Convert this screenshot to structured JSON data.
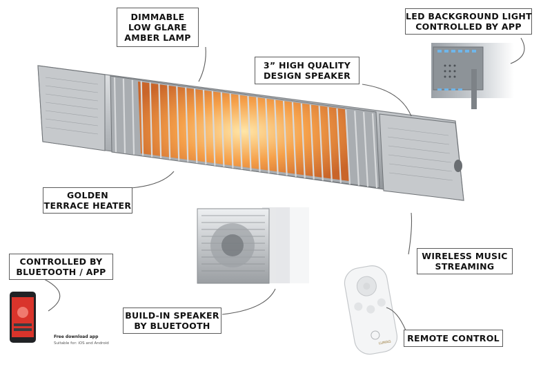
{
  "callouts": {
    "lamp": [
      "DIMMABLE",
      "LOW GLARE",
      "AMBER LAMP"
    ],
    "led": [
      "LED BACKGROUND LIGHT",
      "CONTROLLED BY APP"
    ],
    "speaker": [
      "3” HIGH QUALITY",
      "DESIGN SPEAKER"
    ],
    "heater": [
      "GOLDEN",
      "TERRACE HEATER"
    ],
    "bluetooth": [
      "CONTROLLED BY",
      "BLUETOOTH / APP"
    ],
    "wireless": [
      "WIRELESS MUSIC",
      "STREAMING"
    ],
    "buildin": [
      "BUILD-IN SPEAKER",
      "BY BLUETOOTH"
    ],
    "remote": [
      "REMOTE CONTROL"
    ]
  },
  "app": {
    "download_title": "Free download app",
    "download_sub": "Suitable for: iOS and Android"
  },
  "remote_brand": "LUMAG",
  "colors": {
    "callout_border": "#5a5a5a",
    "heater_body": "#b9bcc0",
    "lamp_glow": "#f29a3c",
    "led_blue": "#6fb6ea",
    "phone_red": "#d9342b"
  }
}
